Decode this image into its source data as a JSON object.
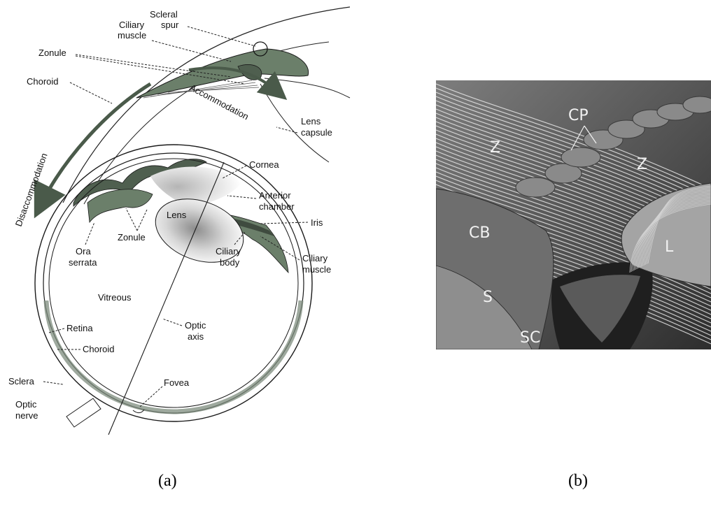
{
  "panel_a": {
    "labels": {
      "scleral_spur": [
        "Scleral",
        "spur"
      ],
      "ciliary_muscle_top": [
        "Ciliary",
        "muscle"
      ],
      "zonule_top": "Zonule",
      "choroid_top": "Choroid",
      "accommodation": "Accommodation",
      "disaccommodation": "Disaccommodation",
      "lens_capsule": [
        "Lens",
        "capsule"
      ],
      "cornea": "Cornea",
      "anterior_chamber": [
        "Anterior",
        "chamber"
      ],
      "lens": "Lens",
      "iris": "Iris",
      "ora_serrata": [
        "Ora",
        "serrata"
      ],
      "zonule_mid": "Zonule",
      "ciliary_body": [
        "Ciliary",
        "body"
      ],
      "ciliary_muscle_bottom": [
        "Ciliary",
        "muscle"
      ],
      "vitreous": "Vitreous",
      "retina": "Retina",
      "optic_axis": [
        "Optic",
        "axis"
      ],
      "choroid_bottom": "Choroid",
      "sclera": "Sclera",
      "fovea": "Fovea",
      "optic_nerve": [
        "Optic",
        "nerve"
      ]
    },
    "caption": "(a)",
    "colors": {
      "tissue": "#6b7f6a",
      "outline": "#1a1a1a",
      "shade": "#9aa79a"
    }
  },
  "panel_b": {
    "labels": {
      "z1": "Z",
      "z2": "Z",
      "cp": "CP",
      "cb": "CB",
      "s": "S",
      "sc": "SC",
      "l": "L"
    },
    "caption": "(b)"
  }
}
